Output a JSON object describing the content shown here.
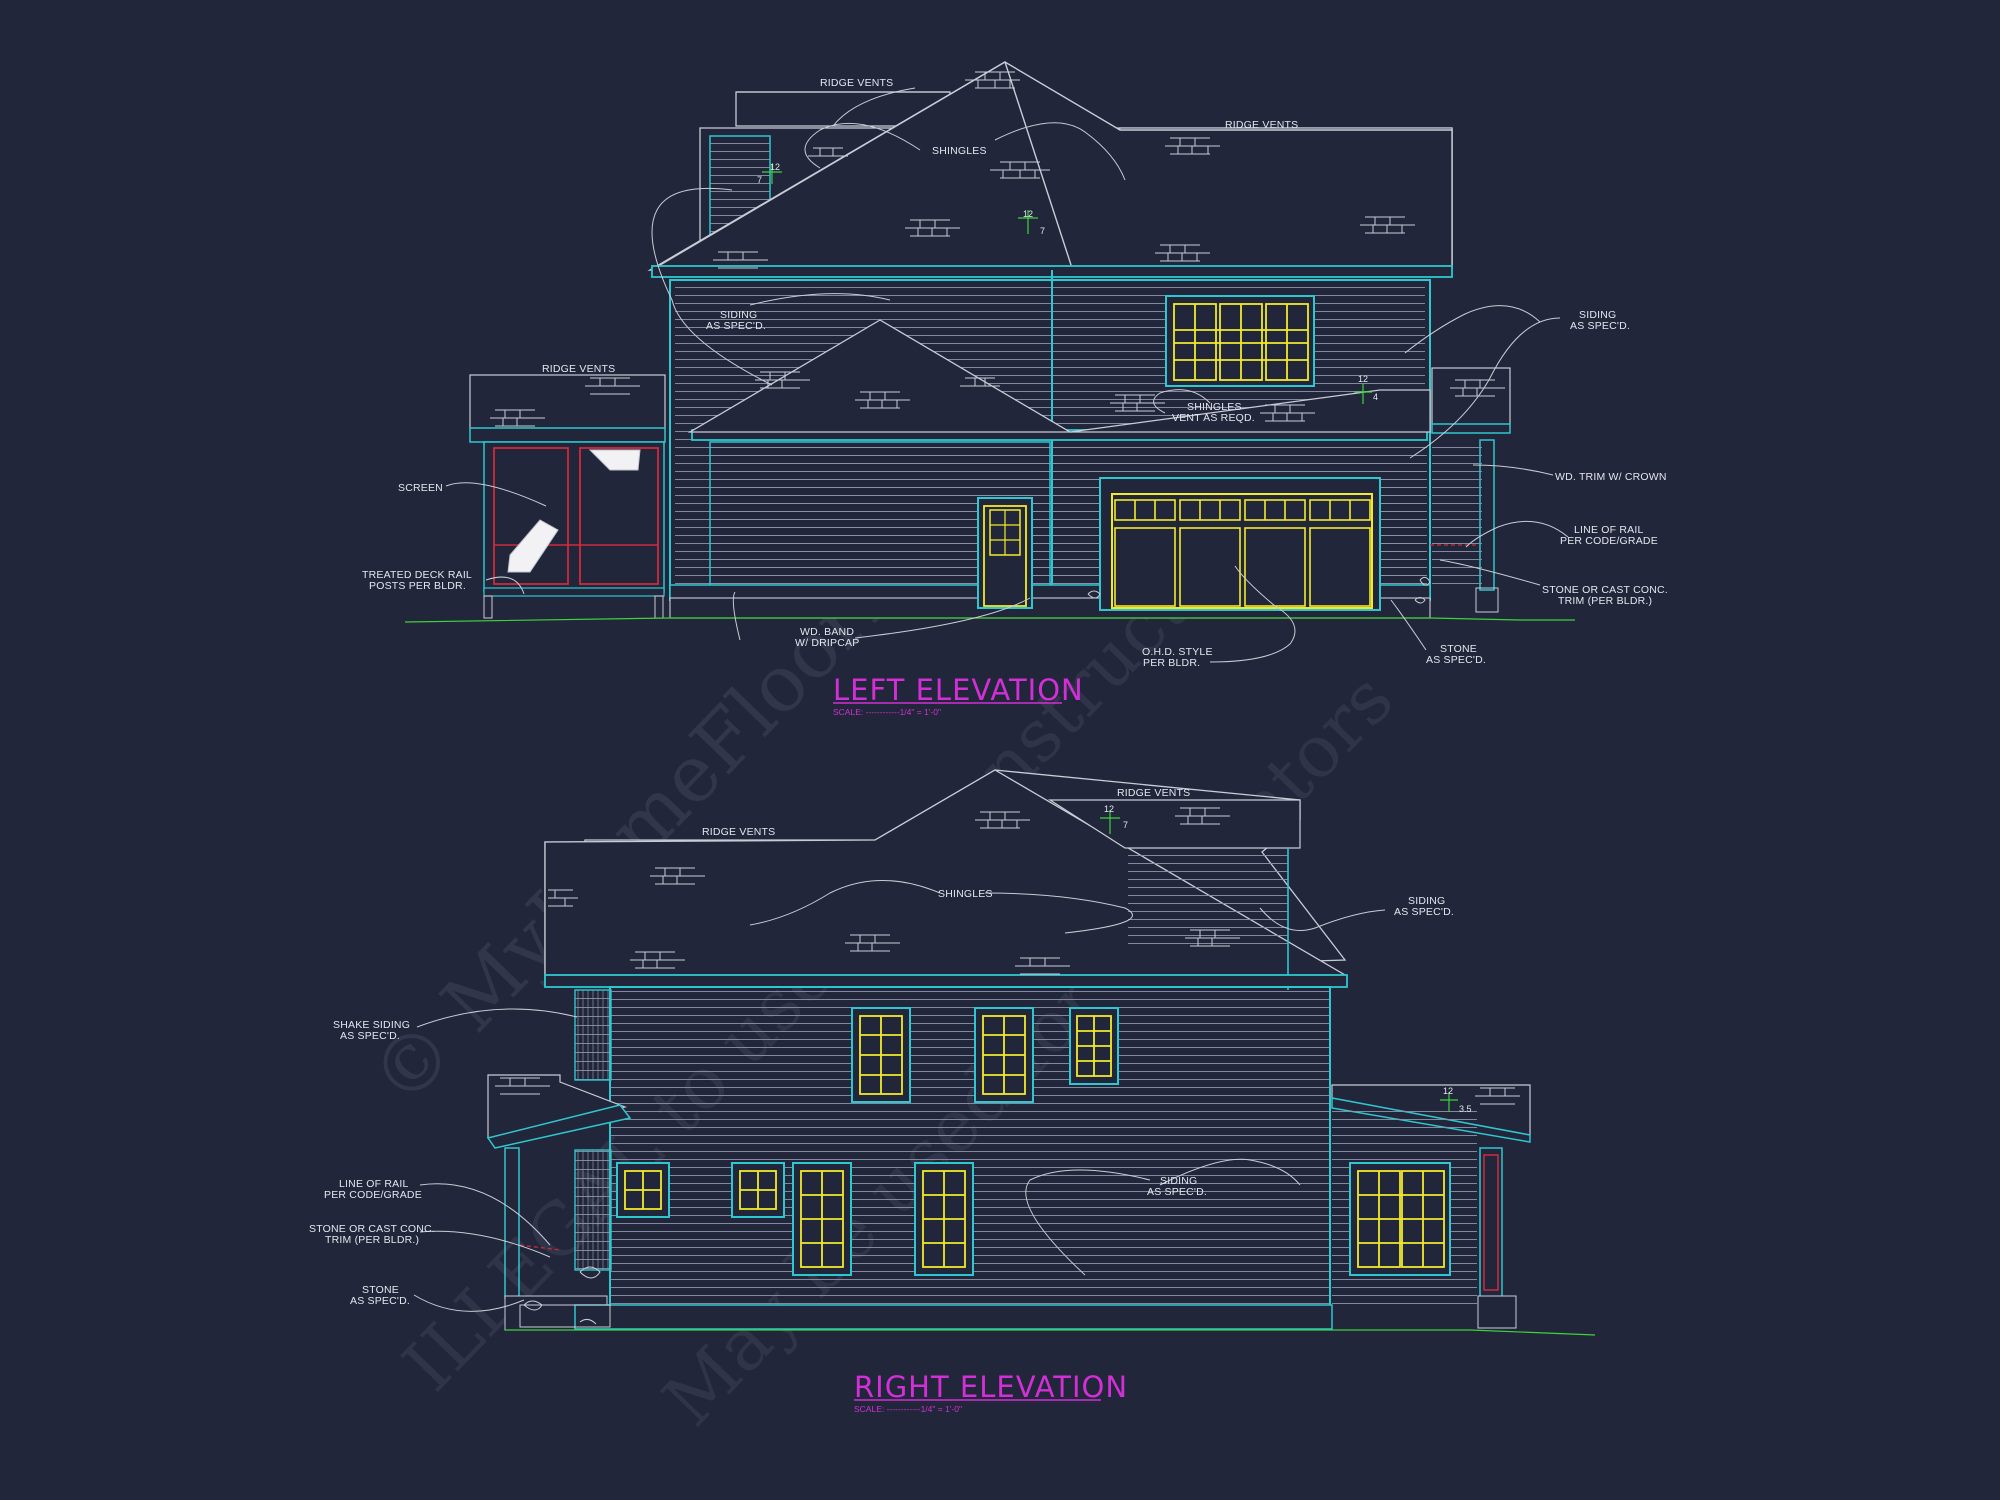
{
  "drawing": {
    "left_elevation": {
      "title": "LEFT ELEVATION",
      "scale": "SCALE: ------------1/4\" = 1'-0\"",
      "labels": {
        "ridge_vents_1": "RIDGE VENTS",
        "ridge_vents_2": "RIDGE VENTS",
        "ridge_vents_3": "RIDGE VENTS",
        "shingles": "SHINGLES",
        "siding_a1": "SIDING",
        "siding_a2": "AS SPEC'D.",
        "siding_b1": "SIDING",
        "siding_b2": "AS SPEC'D.",
        "shingles_vent_1": "SHINGLES",
        "shingles_vent_2": "VENT AS REQD.",
        "screen": "SCREEN",
        "deck_rail_1": "TREATED DECK RAIL",
        "deck_rail_2": "POSTS PER BLDR.",
        "wd_trim": "WD. TRIM W/ CROWN",
        "line_rail_1": "LINE OF RAIL",
        "line_rail_2": "PER CODE/GRADE",
        "stone_trim_1": "STONE OR CAST CONC.",
        "stone_trim_2": "TRIM (PER BLDR.)",
        "wd_band_1": "WD. BAND",
        "wd_band_2": "W/ DRIPCAP",
        "ohd_1": "O.H.D. STYLE",
        "ohd_2": "PER BLDR.",
        "stone_1": "STONE",
        "stone_2": "AS SPEC'D."
      },
      "pitch": {
        "p1_rise": "12",
        "p1_run": "7",
        "p2_rise": "12",
        "p2_run": "7",
        "p3_rise": "12",
        "p3_run": "4"
      }
    },
    "right_elevation": {
      "title": "RIGHT ELEVATION",
      "scale": "SCALE: ------------1/4\" = 1'-0\"",
      "labels": {
        "ridge_vents_1": "RIDGE VENTS",
        "ridge_vents_2": "RIDGE VENTS",
        "shingles": "SHINGLES",
        "siding_a1": "SIDING",
        "siding_a2": "AS SPEC'D.",
        "siding_b1": "SIDING",
        "siding_b2": "AS SPEC'D.",
        "shake_1": "SHAKE SIDING",
        "shake_2": "AS SPEC'D.",
        "line_rail_1": "LINE OF RAIL",
        "line_rail_2": "PER CODE/GRADE",
        "stone_trim_1": "STONE OR CAST CONC.",
        "stone_trim_2": "TRIM (PER BLDR.)",
        "stone_1": "STONE",
        "stone_2": "AS SPEC'D."
      },
      "pitch": {
        "p1_rise": "12",
        "p1_run": "7",
        "p2_rise": "12",
        "p2_run": "3.5"
      }
    },
    "watermark": {
      "line1": "© MyHomeFloorPlans.com",
      "line2": "ILLEGAL to use for Construction",
      "line3": "May be used for Estimators"
    }
  },
  "colors": {
    "background": "#22263a",
    "roof_line": "#c9ccd6",
    "wall_trim": "#2ec6cf",
    "window": "#f1ea2a",
    "screen_frame": "#cf2a3c",
    "grade": "#3fd13c",
    "pitch_marker": "#3fd13c",
    "title": "#d22fd6"
  }
}
